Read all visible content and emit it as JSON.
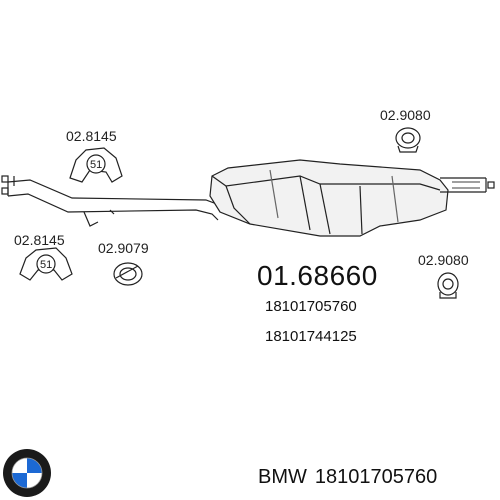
{
  "diagram": {
    "part_number": "01.68660",
    "oem_numbers": [
      "18101705760",
      "18101744125"
    ],
    "labels": {
      "clamp_top": "02.8145",
      "clamp_left": "02.8145",
      "ring_middle": "02.9079",
      "hanger_top": "02.9080",
      "hanger_right": "02.9080"
    },
    "clamp_size": "51"
  },
  "footer": {
    "brand": "BMW",
    "number": "18101705760"
  },
  "logo": {
    "icon": "bmw-roundel-icon",
    "colors": {
      "blue": "#1c69d4",
      "black": "#1a1a1a",
      "white": "#ffffff"
    }
  }
}
